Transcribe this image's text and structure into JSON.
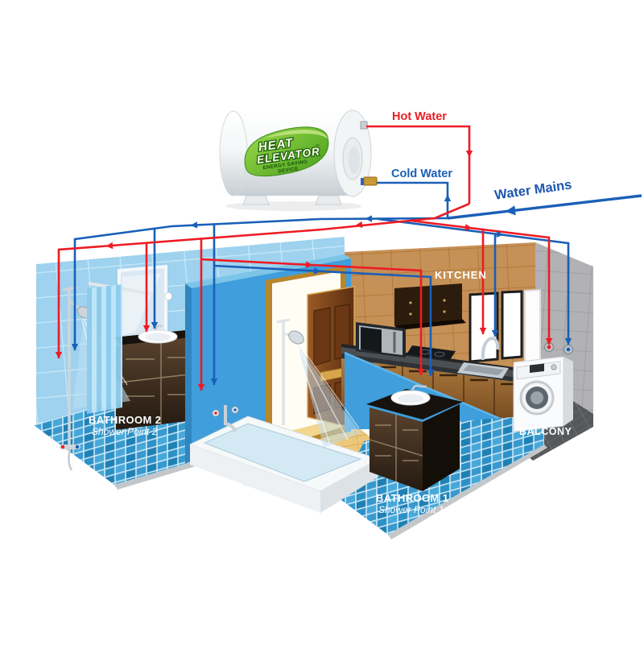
{
  "colors": {
    "hot": "#ed1c24",
    "cold": "#1a5fb8",
    "mains": "#1a56ae",
    "wall_blue": "#3f9edb",
    "tile_light_blue": "#9ed2ee",
    "tile_tan": "#c69156",
    "tile_gray": "#b2b2b4",
    "mosaic_blue": "#2d91c7",
    "leaf_green": "#57b02c"
  },
  "heater": {
    "brand_line1": "HEAT",
    "brand_line2": "ELEVATOR",
    "trademark": "™",
    "tagline_line1": "ENERGY SAVING",
    "tagline_line2": "DEVICE"
  },
  "labels": {
    "hot_water": "Hot Water",
    "cold_water": "Cold Water",
    "water_mains": "Water Mains",
    "kitchen": "KITCHEN",
    "balcony": "BALCONY"
  },
  "rooms": {
    "bathroom2": {
      "name": "BATHROOM 2",
      "sub": "Shower Point 2"
    },
    "bathroom1": {
      "name": "BATHROOM 1",
      "sub": "Shower Point 1"
    }
  }
}
